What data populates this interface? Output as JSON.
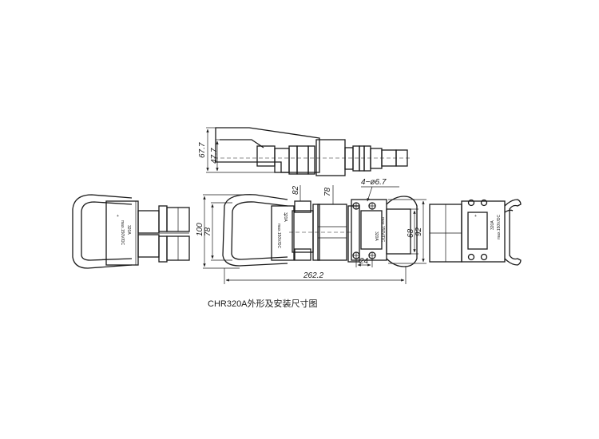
{
  "caption": "CHR320A外形及安装尺寸图",
  "dimensions": {
    "d_67_7": "67.7",
    "d_47_7": "47.7",
    "d_100": "100",
    "d_78_left": "78",
    "d_82": "82",
    "d_78_top": "78",
    "d_hole": "4−ø6.7",
    "d_68": "68",
    "d_92": "92",
    "d_24": "24",
    "d_262_2": "262.2"
  },
  "labels": {
    "left_body_voltage": "max.150V/DC",
    "left_body_rating": "320A",
    "mid_body_rating": "320A",
    "mid_body_voltage": "max.150V/DC",
    "panel_rating": "320A",
    "panel_voltage": "max.150V/DC",
    "right_body_rating": "320A",
    "right_body_voltage": "max.150V/DC",
    "pos_symbol": "+"
  }
}
